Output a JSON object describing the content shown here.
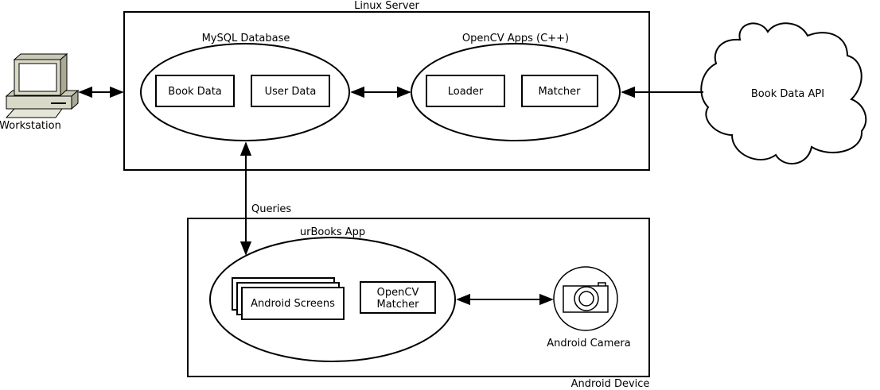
{
  "linux_server": {
    "label": "Linux Server",
    "mysql": {
      "label": "MySQL Database",
      "items": [
        "Book Data",
        "User Data"
      ]
    },
    "opencv_apps": {
      "label": "OpenCV Apps (C++)",
      "items": [
        "Loader",
        "Matcher"
      ]
    }
  },
  "workstation": {
    "label": "Workstation"
  },
  "book_data_api": {
    "label": "Book Data API"
  },
  "queries": {
    "label": "Queries"
  },
  "android_device": {
    "label": "Android Device",
    "app": {
      "label": "urBooks App",
      "screens_label": "Android Screens",
      "matcher_line1": "OpenCV",
      "matcher_line2": "Matcher"
    },
    "camera_label": "Android Camera"
  },
  "colors": {
    "stroke": "#000000",
    "monitor": "#d9d9c8",
    "screen": "#ffffff",
    "background": "#ffffff"
  }
}
